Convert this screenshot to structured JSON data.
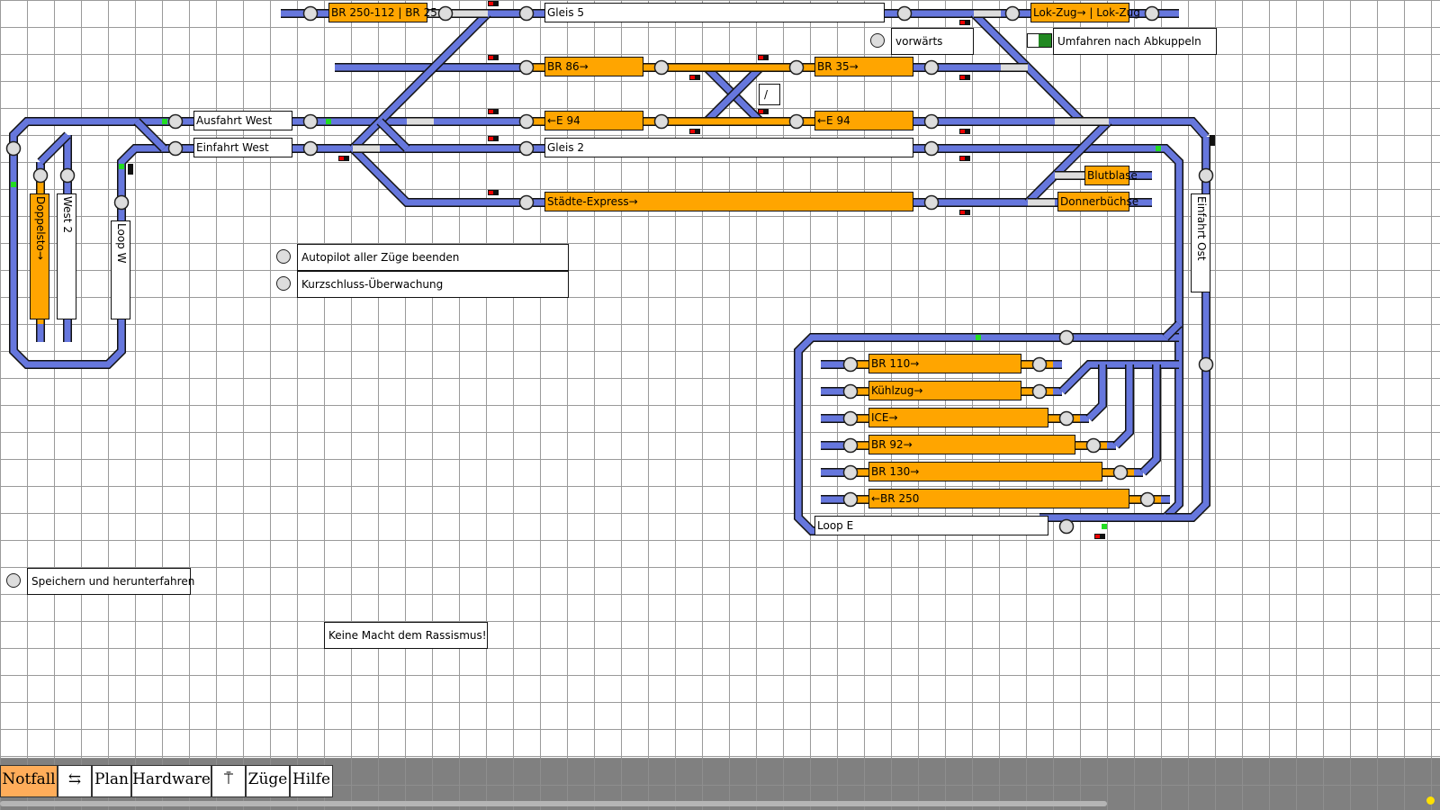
{
  "colors": {
    "track": "#6677dd",
    "occupied": "#ffa500",
    "switch_leg": "#dddddd",
    "grid": "#9a9a9a",
    "toolbar": "#808080",
    "emergency": "#ffad5a"
  },
  "blocks": {
    "br250_112": "BR 250-112 | BR 25",
    "gleis5": "Gleis 5",
    "lokzug": "Lok-Zug→ | Lok-Zug",
    "br86": "BR 86→",
    "br35": "BR 35→",
    "e94_left": "←E 94",
    "e94_right": "←E 94",
    "gleis2": "Gleis 2",
    "staedte_express": "Städte-Express→",
    "blutblase": "Blutblase",
    "donnerbuechse": "Donnerbüchse",
    "ausfahrt_west": "Ausfahrt West",
    "einfahrt_west": "Einfahrt West",
    "doppelsto": "Doppelsto→",
    "west2": "West 2",
    "loop_w": "Loop W",
    "einfahrt_ost": "Einfahrt Ost",
    "br110": "BR 110→",
    "kuehlzug": "Kühlzug→",
    "ice": "ICE→",
    "br92": "BR 92→",
    "br130": "BR 130→",
    "br250": "←BR 250",
    "loop_e": "Loop E"
  },
  "panels": {
    "vorwaerts": "vorwärts",
    "umfahren": "Umfahren nach Abkuppeln",
    "autopilot": "Autopilot aller Züge beenden",
    "kurzschluss": "Kurzschluss-Überwachung",
    "speichern": "Speichern und herunterfahren",
    "message": "Keine Macht dem Rassismus!",
    "crossing_symbol": "/"
  },
  "toolbar": {
    "notfall": "Notfall",
    "swap_glyph": "⇆",
    "plan": "Plan",
    "hardware": "Hardware",
    "signal_glyph": "⍑",
    "zuege": "Züge",
    "hilfe": "Hilfe"
  }
}
